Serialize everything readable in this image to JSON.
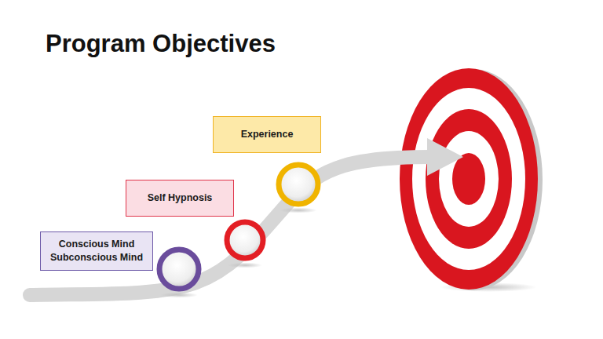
{
  "diagram": {
    "title": "Program Objectives",
    "nodes": [
      {
        "text": [
          "Conscious Mind Subconscious Mind"
        ]
      },
      {
        "text": [
          "Self Hypnosis"
        ]
      },
      {
        "text": [
          "Experience"
        ]
      }
    ]
  }
}
